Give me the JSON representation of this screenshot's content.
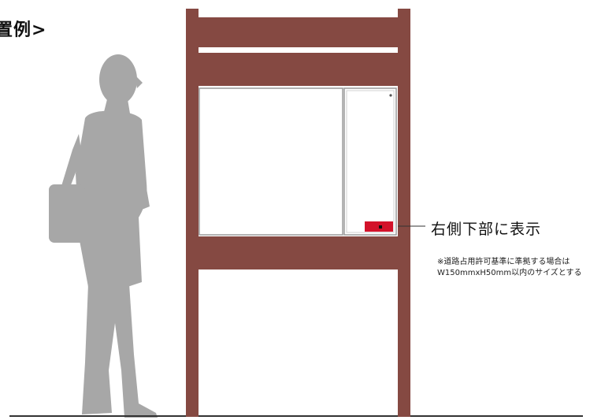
{
  "heading": "置例>",
  "callout": {
    "label": "右側下部に表示"
  },
  "note": {
    "line1": "※道路占用許可基準に準拠する場合は",
    "line2": "W150mmxH50mm以内のサイズとする"
  },
  "colors": {
    "frame": "#854942",
    "sign": "#d3122a",
    "figure": "#a7a7a7",
    "ground": "#333333"
  }
}
